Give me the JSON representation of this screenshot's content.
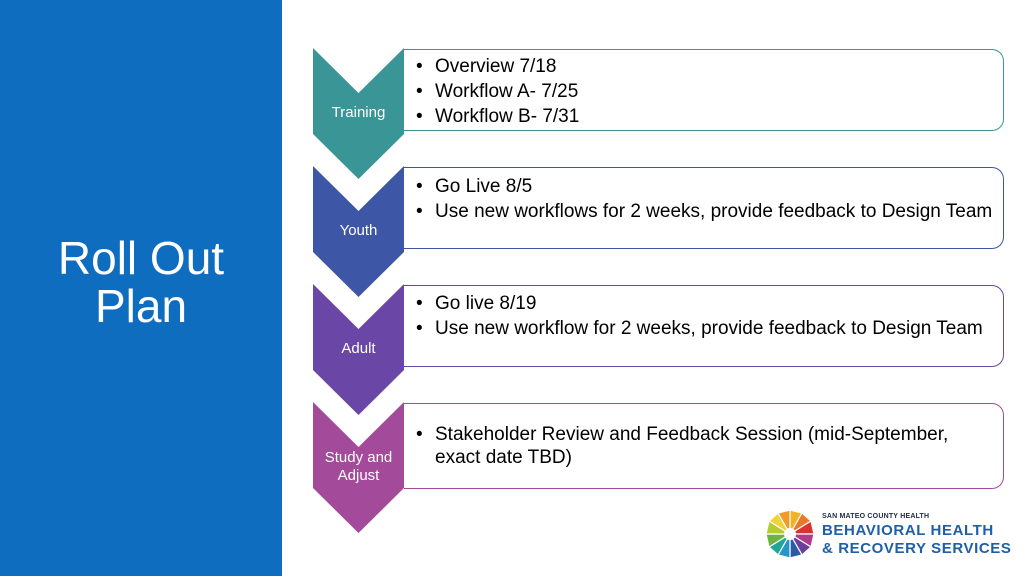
{
  "slide": {
    "title_line1": "Roll Out",
    "title_line2": "Plan"
  },
  "steps": [
    {
      "label_lines": [
        "Training"
      ],
      "color": "#3A9597",
      "bullets": [
        "Overview 7/18",
        "Workflow A- 7/25",
        "Workflow B- 7/31"
      ]
    },
    {
      "label_lines": [
        "Youth"
      ],
      "color": "#3D57A6",
      "bullets": [
        "Go Live 8/5",
        "Use new workflows for 2 weeks, provide feedback to Design Team"
      ]
    },
    {
      "label_lines": [
        "Adult"
      ],
      "color": "#6A47A6",
      "bullets": [
        "Go live 8/19",
        "Use new workflow for 2 weeks, provide feedback to Design Team"
      ]
    },
    {
      "label_lines": [
        "Study and",
        "Adjust"
      ],
      "color": "#A34A9B",
      "bullets": [
        "Stakeholder Review and Feedback Session (mid-September, exact date TBD)"
      ]
    }
  ],
  "logo": {
    "small_text": "SAN MATEO COUNTY HEALTH",
    "line1": "BEHAVIORAL HEALTH",
    "line2": "& RECOVERY SERVICES",
    "icon": "mosaic-circle-logo"
  },
  "colors": {
    "left_panel": "#0E6DBF",
    "logo_text": "#1F5FA8"
  }
}
